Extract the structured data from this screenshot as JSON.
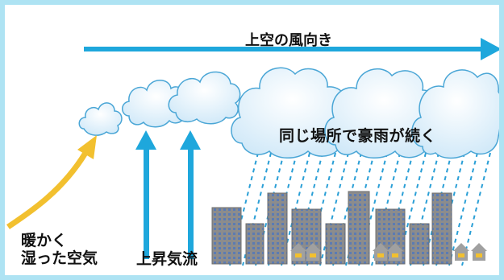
{
  "labels": {
    "wind_direction": "上空の風向き",
    "heavy_rain": "同じ場所で豪雨が続く",
    "warm_air_line1": "暖かく",
    "warm_air_line2": "湿った空気",
    "updraft": "上昇気流"
  },
  "colors": {
    "border": "#aee3f3",
    "wind_arrow": "#1ea7dc",
    "updraft_arrow": "#1ea7dc",
    "warm_arrow": "#f2c02f",
    "rain": "#2a9fd6",
    "cloud_fill": "#dff0fb",
    "cloud_stroke": "#4aa6d6",
    "building_fill": "#8c8c8c",
    "building_window": "#4a6fa8",
    "house_fill": "#a0a0a0",
    "house_window": "#f2c02f"
  },
  "icons": [
    "cloud-icon",
    "building-icon",
    "house-icon",
    "arrow-icon"
  ]
}
